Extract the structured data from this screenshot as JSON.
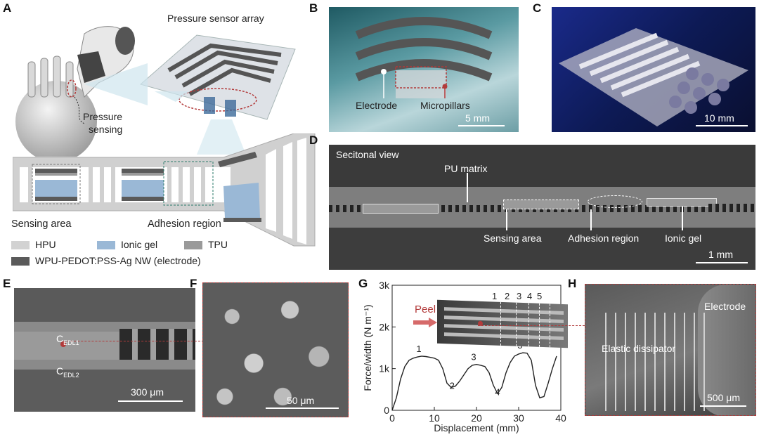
{
  "panels": {
    "A": {
      "label": "A",
      "title": "Pressure sensor array",
      "pressure_sensing": [
        "Pressure",
        "sensing"
      ],
      "sensing_area": "Sensing area",
      "adhesion_region": "Adhesion region",
      "legend": [
        {
          "name": "HPU",
          "color": "#d2d2d2"
        },
        {
          "name": "Ionic gel",
          "color": "#9ab8d6"
        },
        {
          "name": "TPU",
          "color": "#9a9a9a"
        },
        {
          "name": "WPU-PEDOT:PSS-Ag NW (electrode)",
          "color": "#5a5a5a"
        }
      ]
    },
    "B": {
      "label": "B",
      "electrode": "Electrode",
      "micropillars": "Micropillars",
      "scale": "5 mm"
    },
    "C": {
      "label": "C",
      "scale": "10 mm"
    },
    "D": {
      "label": "D",
      "view": "Secitonal view",
      "matrix": "PU matrix",
      "sensing": "Sensing area",
      "adhesion": "Adhesion region",
      "gel": "Ionic gel",
      "scale": "1 mm"
    },
    "E": {
      "label": "E",
      "cedl1_main": "C",
      "cedl1_sub": "EDL1",
      "cedl2_main": "C",
      "cedl2_sub": "EDL2",
      "scale": "300 μm"
    },
    "F": {
      "label": "F",
      "scale": "50 μm"
    },
    "G": {
      "label": "G",
      "peel": "Peel",
      "positions": [
        "1",
        "2",
        "3",
        "4",
        "5"
      ]
    },
    "H": {
      "label": "H",
      "electrode": "Electrode",
      "dissipator": "Elastic dissipator",
      "scale": "500 μm"
    }
  },
  "chart_data": {
    "type": "line",
    "xlabel": "Displacement (mm)",
    "ylabel": "Force/width (N m⁻¹)",
    "xlim": [
      0,
      40
    ],
    "ylim": [
      0,
      3000
    ],
    "xticks": [
      0,
      10,
      20,
      30,
      40
    ],
    "yticks": [
      {
        "v": 0,
        "t": "0"
      },
      {
        "v": 1000,
        "t": "1k"
      },
      {
        "v": 2000,
        "t": "2k"
      },
      {
        "v": 3000,
        "t": "3k"
      }
    ],
    "x": [
      0,
      1,
      2,
      3,
      4,
      5,
      6,
      7,
      8,
      9,
      10,
      11,
      12,
      13,
      14,
      15,
      16,
      17,
      18,
      19,
      20,
      21,
      22,
      23,
      24,
      25,
      26,
      27,
      28,
      29,
      30,
      31,
      32,
      33,
      34,
      35,
      36,
      37,
      38,
      39
    ],
    "values": [
      0,
      300,
      750,
      1050,
      1200,
      1250,
      1280,
      1300,
      1290,
      1270,
      1250,
      1200,
      1000,
      650,
      550,
      580,
      700,
      850,
      1000,
      1080,
      1100,
      1080,
      1050,
      900,
      600,
      400,
      550,
      900,
      1150,
      1300,
      1350,
      1380,
      1370,
      1200,
      600,
      300,
      330,
      650,
      1000,
      1300
    ],
    "peaks": [
      {
        "label": "1",
        "x": 7,
        "y": 1300
      },
      {
        "label": "2",
        "x": 14.2,
        "y": 550
      },
      {
        "label": "3",
        "x": 20,
        "y": 1100
      },
      {
        "label": "4",
        "x": 25,
        "y": 400
      },
      {
        "label": "5",
        "x": 31,
        "y": 1380
      }
    ]
  }
}
